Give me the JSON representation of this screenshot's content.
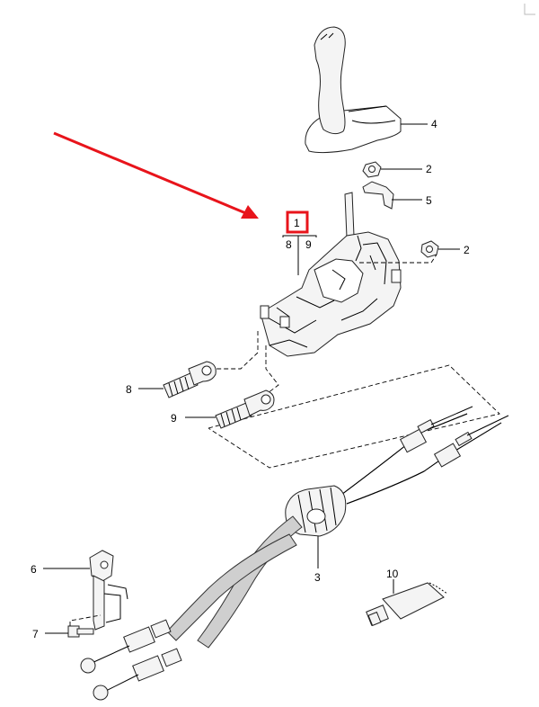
{
  "callouts": {
    "c1": "1",
    "c2a": "2",
    "c2b": "2",
    "c3": "3",
    "c4": "4",
    "c5": "5",
    "c6": "6",
    "c7": "7",
    "c8": "8",
    "c8sub": "8",
    "c9": "9",
    "c9sub": "9",
    "c10": "10"
  },
  "colors": {
    "arrow": "#e8141b",
    "highlight_box": "#e8141b",
    "line": "#000000"
  },
  "icons": {
    "corner": "corner-mark-icon"
  }
}
